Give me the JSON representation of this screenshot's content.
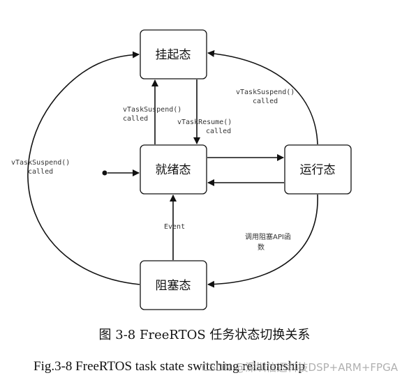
{
  "states": {
    "suspended": "挂起态",
    "ready": "就绪态",
    "running": "运行态",
    "blocked": "阻塞态"
  },
  "edges": {
    "ready_to_suspended": [
      "vTaskSuspend()",
      "called"
    ],
    "suspended_to_ready": [
      "vTaskResume()",
      "called"
    ],
    "running_to_suspended": [
      "vTaskSuspend()",
      "called"
    ],
    "blocked_to_suspended": [
      "vTaskSuspend()",
      "called"
    ],
    "blocked_to_ready": "Event",
    "running_to_blocked": [
      "调用阻塞API函",
      "数"
    ]
  },
  "captions": {
    "zh": "图 3-8 FreeRTOS 任务状态切换关系",
    "en": "Fig.3-8 FreeRTOS task state switching relationship"
  },
  "watermark": "CSDN @深圳信迈科技DSP+ARM+FPGA"
}
